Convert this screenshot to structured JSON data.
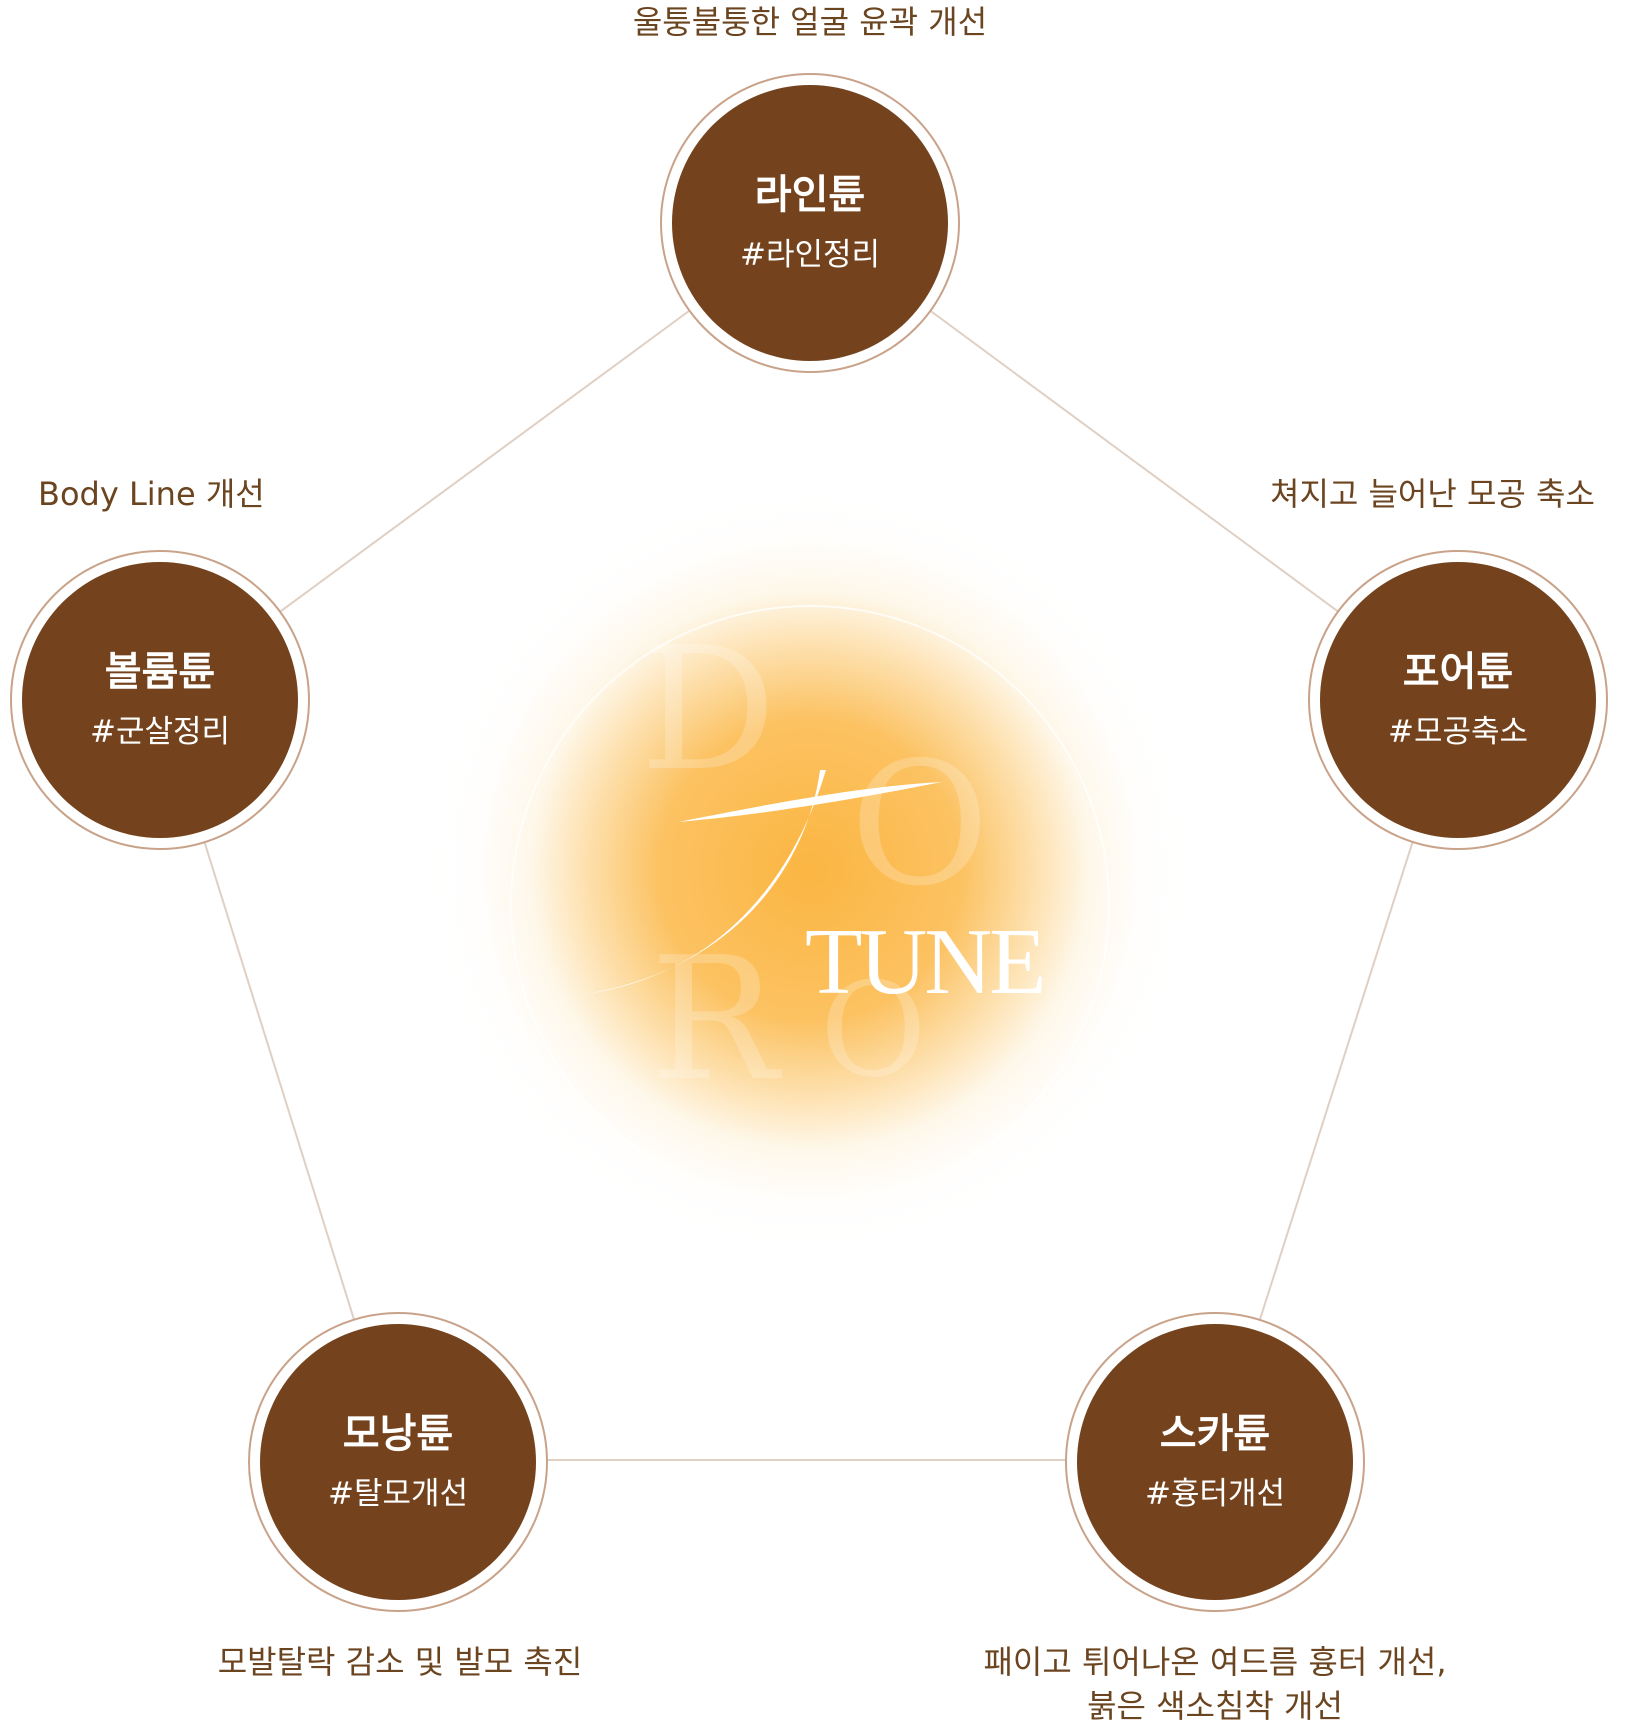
{
  "center": {
    "wordmark": "TUNE",
    "watermark_letters": [
      "D",
      "O",
      "R",
      "O"
    ],
    "colors": {
      "glow": "#fbb238",
      "ring": "#ffffff"
    }
  },
  "nodes": [
    {
      "id": "line",
      "title": "라인튠",
      "tag": "#라인정리",
      "description": "울퉁불퉁한 얼굴 윤곽 개선"
    },
    {
      "id": "pore",
      "title": "포어튠",
      "tag": "#모공축소",
      "description": "쳐지고 늘어난 모공 축소"
    },
    {
      "id": "scar",
      "title": "스카튠",
      "tag": "#흉터개선",
      "description": [
        "패이고 튀어나온 여드름 흉터 개선,",
        "붉은 색소침착 개선"
      ]
    },
    {
      "id": "monang",
      "title": "모낭튠",
      "tag": "#탈모개선",
      "description": "모발탈락 감소 및 발모 촉진"
    },
    {
      "id": "volume",
      "title": "볼륨튠",
      "tag": "#군살정리",
      "description": "Body Line 개선"
    }
  ],
  "colors": {
    "node_fill": "#74431d",
    "node_ring": "#c9a28a",
    "text_brown": "#6b4420",
    "connector": "#e0cfc3"
  }
}
